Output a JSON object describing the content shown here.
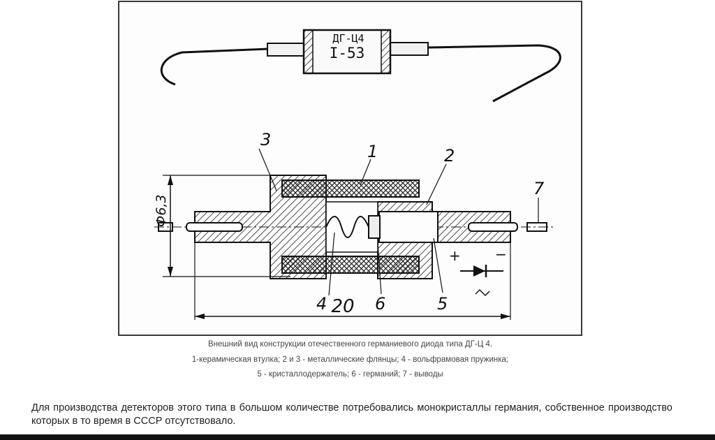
{
  "figure": {
    "diode_marking_top": "ДГ-Ц4",
    "diode_marking_bottom": "I-53",
    "part_numbers": [
      "1",
      "2",
      "3",
      "4",
      "5",
      "6",
      "7"
    ],
    "diameter_label": "Ф6,3",
    "length_label": "20",
    "polarity_plus": "+",
    "polarity_minus": "−"
  },
  "caption": {
    "line1": "Внешний вид конструкции отечественного германиевого диода типа ДГ-Ц 4.",
    "line2": "1-керамическая втулка; 2 и 3 - металлические флянцы; 4 - вольфрамовая пружинка;",
    "line3": "5 - кристаллодержатель; 6 - германий; 7 - выводы"
  },
  "body_text": "Для производства детекторов этого типа в большом количестве потребовались монокристаллы германия, собственное производство которых в то время в СССР отсутствовало."
}
